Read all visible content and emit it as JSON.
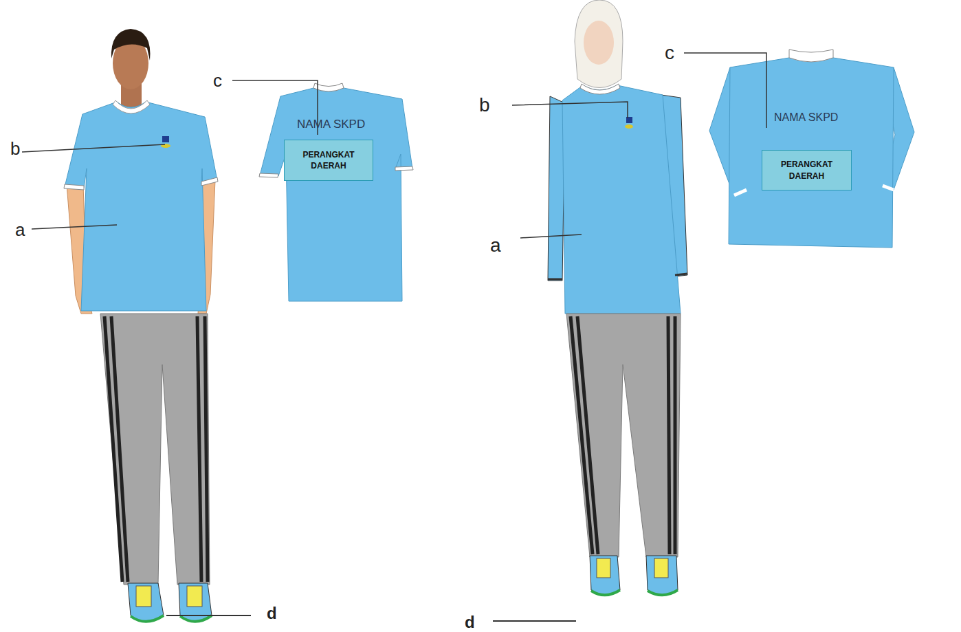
{
  "diagram": {
    "nodes": [
      {
        "text": [
          "PERANGKAT DAERAH"
        ]
      },
      {
        "text": [
          "PERANGKAT DAERAH"
        ]
      }
    ],
    "labels": [
      "c",
      "NAMA SKPD",
      "b",
      "a",
      "d",
      "b",
      "c",
      "NAMA SKPD",
      "a",
      "d"
    ]
  }
}
